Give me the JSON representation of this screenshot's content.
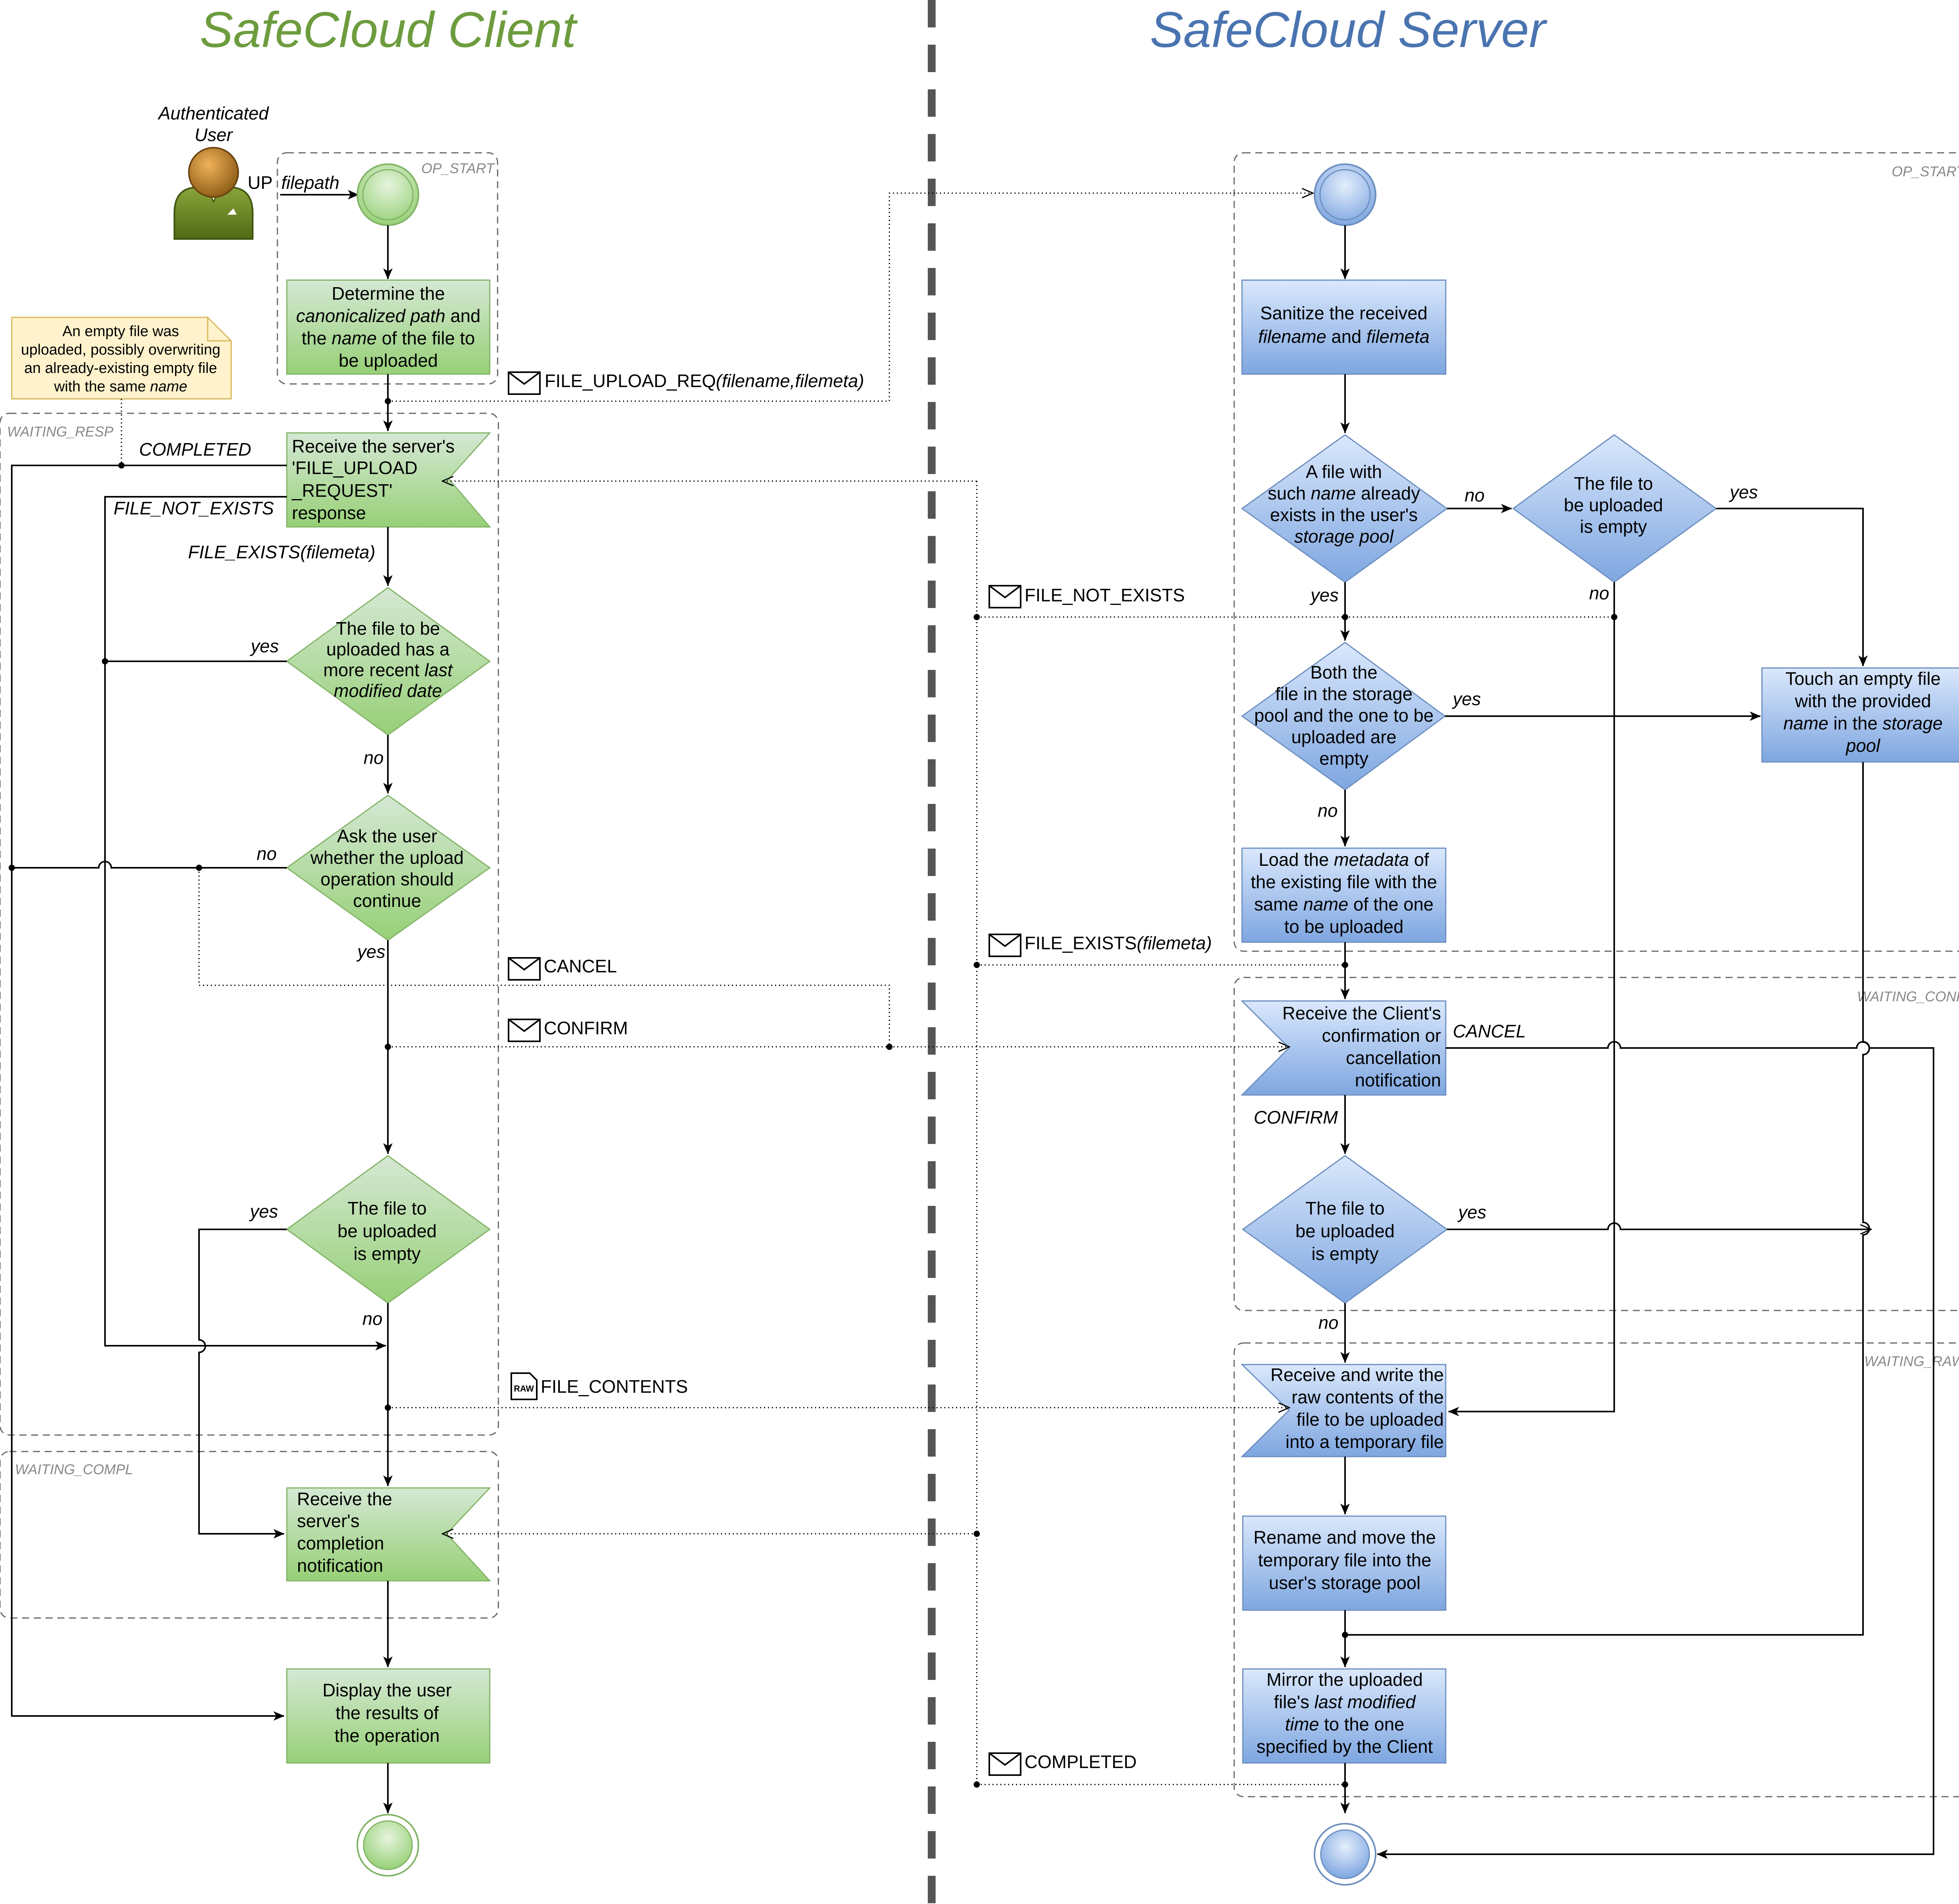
{
  "titles": {
    "client": "SafeCloud Client",
    "server": "SafeCloud Server"
  },
  "groups": {
    "op_start": "OP_START",
    "waiting_resp": "WAITING_RESP",
    "waiting_compl": "WAITING_COMPL",
    "waiting_conf": "WAITING_CONF",
    "waiting_raw": "WAITING_RAW"
  },
  "actor": {
    "lines": [
      "Authenticated",
      "User"
    ],
    "cmd": "UP",
    "arg": "filepath"
  },
  "note": {
    "line1": "An empty file was",
    "line2": "uploaded, possibly overwriting",
    "line3": "an already-existing empty file",
    "line4_pre": "with the same ",
    "line4_it": "name"
  },
  "client": {
    "determine": {
      "l1": "Determine the",
      "l2_it": "canonicalized path",
      "l2_post": " and",
      "l3_pre": "the ",
      "l3_it": "name",
      "l3_post": " of the file to",
      "l4": "be uploaded"
    },
    "receive_resp": [
      "Receive the server's",
      "'FILE_UPLOAD",
      "_REQUEST'",
      "response"
    ],
    "dec_date": {
      "l1": "The file to be",
      "l2": "uploaded has a",
      "l3_pre": "more recent ",
      "l3_it": "last",
      "l4_it": "modified date"
    },
    "dec_ask": [
      "Ask the user",
      "whether the upload",
      "operation should",
      "continue"
    ],
    "dec_empty": [
      "The file to",
      "be uploaded",
      "is empty"
    ],
    "receive_compl": [
      "Receive the",
      "server's",
      "completion",
      "notification"
    ],
    "display": [
      "Display the user",
      "the results of",
      "the operation"
    ]
  },
  "server": {
    "sanitize": {
      "l1": "Sanitize the received",
      "l2_it1": "filename",
      "l2_mid": " and ",
      "l2_it2": "filemeta"
    },
    "dec_exists": {
      "l1": "A file with",
      "l2_pre": "such ",
      "l2_it": "name",
      "l2_post": " already",
      "l3": "exists in the user's",
      "l4_it": "storage pool"
    },
    "dec_empty1": [
      "The file to",
      "be uploaded",
      "is empty"
    ],
    "dec_both": [
      "Both the",
      "file in the storage",
      "pool and the one to be",
      "uploaded are",
      "empty"
    ],
    "touch": {
      "l1": "Touch an empty file",
      "l2": "with the provided",
      "l3_it1": "name",
      "l3_mid": " in the ",
      "l3_it2": "storage",
      "l4_it": "pool"
    },
    "load": {
      "l1_pre": "Load the ",
      "l1_it": "metadata",
      "l1_post": " of",
      "l2": "the existing file with the",
      "l3_pre": "same ",
      "l3_it": "name",
      "l3_post": " of the one",
      "l4": "to be uploaded"
    },
    "receive_conf": [
      "Receive the Client's",
      "confirmation or",
      "cancellation",
      "notification"
    ],
    "dec_empty2": [
      "The file to",
      "be uploaded",
      "is empty"
    ],
    "receive_raw": [
      "Receive and write the",
      "raw contents of the",
      "file to be uploaded",
      "into a temporary file"
    ],
    "rename": [
      "Rename and move the",
      "temporary file into the",
      "user's storage pool"
    ],
    "mirror": {
      "l1": "Mirror the uploaded",
      "l2_pre": "file's ",
      "l2_it": "last modified",
      "l3_it": "time",
      "l3_post": " to the one",
      "l4": "specified by the Client"
    }
  },
  "messages": {
    "upload_req_name": "FILE_UPLOAD_REQ",
    "upload_req_args": "(filename,filemeta)",
    "not_exists": "FILE_NOT_EXISTS",
    "exists_name": "FILE_EXISTS",
    "exists_args": "(filemeta)",
    "cancel": "CANCEL",
    "confirm": "CONFIRM",
    "contents": "FILE_CONTENTS",
    "completed": "COMPLETED",
    "raw_icon": "RAW"
  },
  "labels": {
    "completed": "COMPLETED",
    "file_not_exists": "FILE_NOT_EXISTS",
    "file_exists": "FILE_EXISTS(filemeta)",
    "yes": "yes",
    "no": "no",
    "cancel": "CANCEL",
    "confirm": "CONFIRM"
  }
}
